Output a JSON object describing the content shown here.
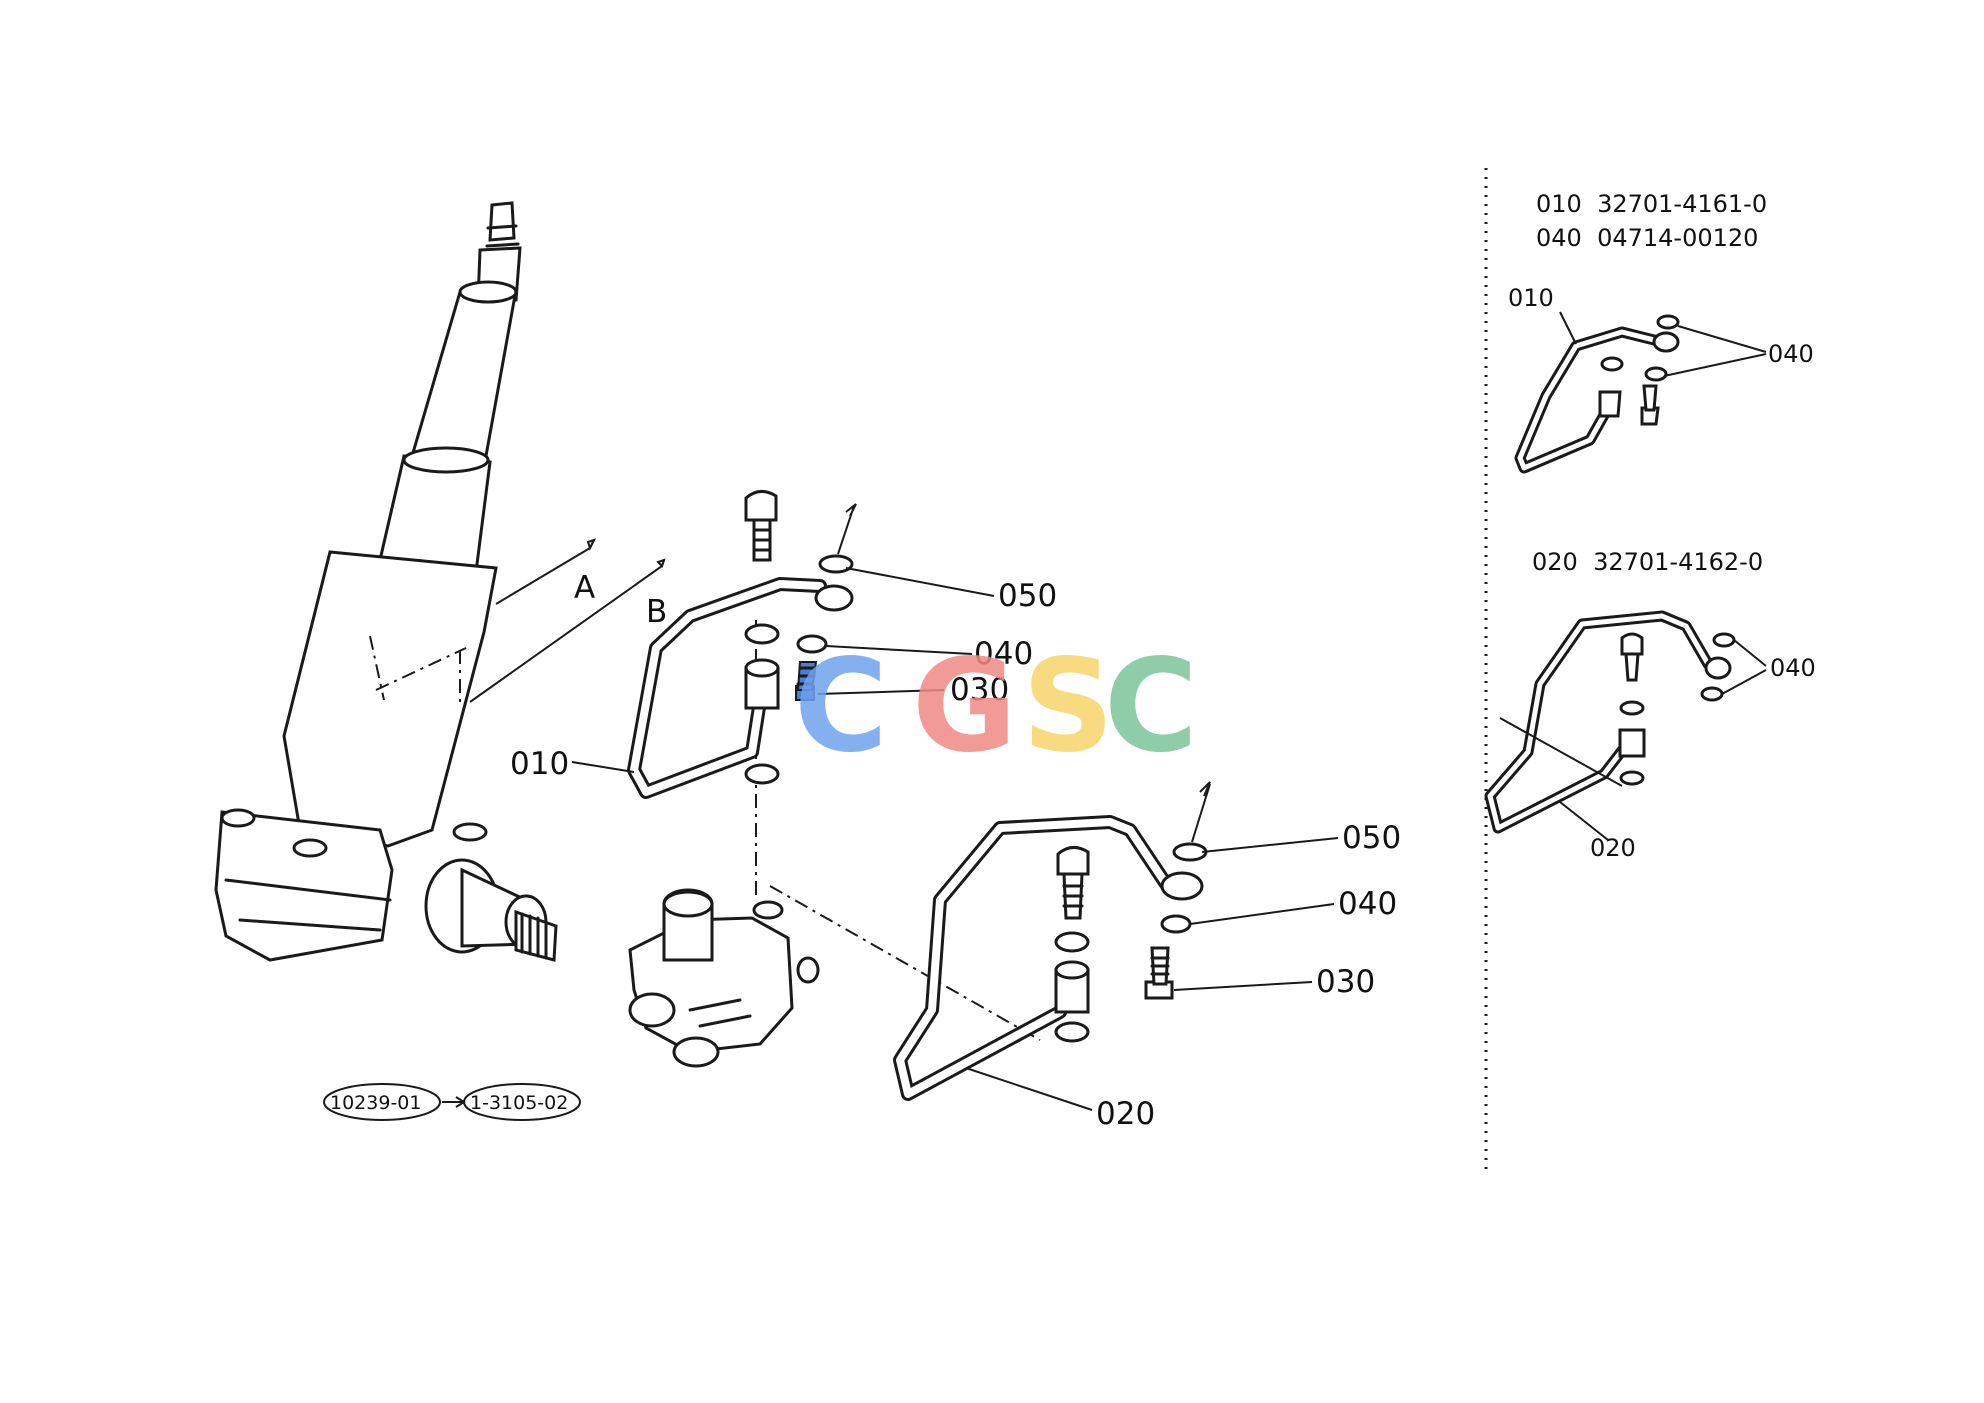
{
  "callouts": {
    "c010": "010",
    "c020": "020",
    "c030_top": "030",
    "c040_top": "040",
    "c050_top": "050",
    "c030_bottom": "030",
    "c040_bottom": "040",
    "c050_bottom": "050",
    "arrow_a": "A",
    "arrow_b": "B"
  },
  "reference": {
    "from": "10239-01",
    "to": "1-3105-02"
  },
  "sidebar": {
    "kit1": {
      "line1": "010  32701-4161-0",
      "line2": "040  04714-00120",
      "label_pipe": "010",
      "label_washer": "040"
    },
    "kit2": {
      "line1": "020  32701-4162-0",
      "label_pipe": "020",
      "label_washer": "040"
    }
  },
  "watermark": {
    "letters": [
      "C",
      "G",
      "S",
      "C"
    ],
    "colors": [
      "#6fa3ee",
      "#f08a84",
      "#f7d56a",
      "#7cc49a"
    ]
  },
  "colors": {
    "highlight": "#4a7fd6",
    "line": "#1a1a1a"
  }
}
